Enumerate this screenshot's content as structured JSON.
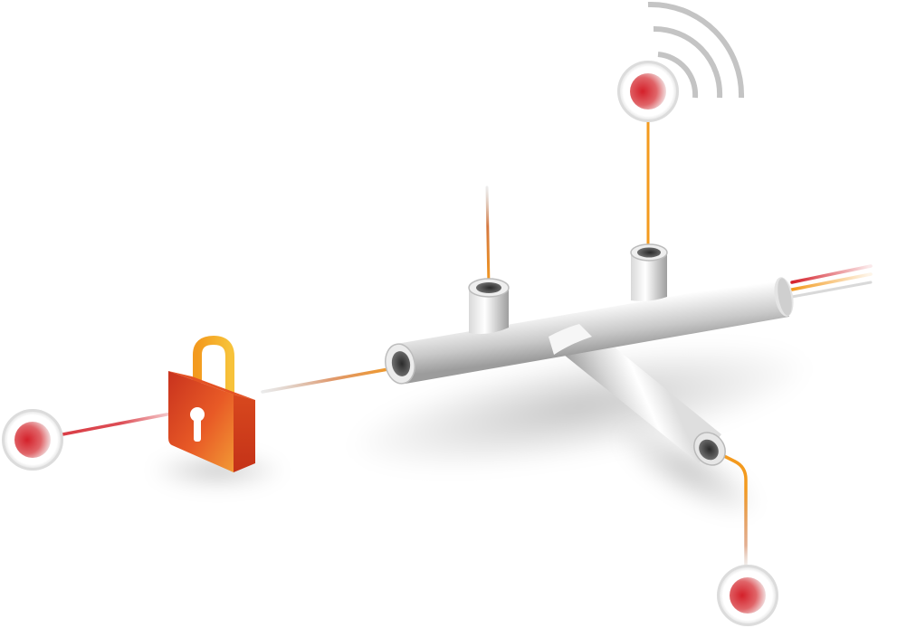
{
  "diagram": {
    "nodes": [
      {
        "id": "endpoint-left",
        "kind": "endpoint"
      },
      {
        "id": "endpoint-wireless",
        "kind": "endpoint",
        "icon": "wifi-signal-icon"
      },
      {
        "id": "endpoint-bottom",
        "kind": "endpoint"
      },
      {
        "id": "lock",
        "kind": "security",
        "icon": "padlock-icon"
      },
      {
        "id": "pipe-network",
        "kind": "conduit"
      }
    ],
    "colors": {
      "accent_red": "#d4202a",
      "accent_orange": "#f39a1e",
      "lock_dark": "#c8321e",
      "lock_light": "#f08a2a",
      "pipe_light": "#f2f2f2",
      "pipe_dark": "#a8a8a8"
    }
  }
}
